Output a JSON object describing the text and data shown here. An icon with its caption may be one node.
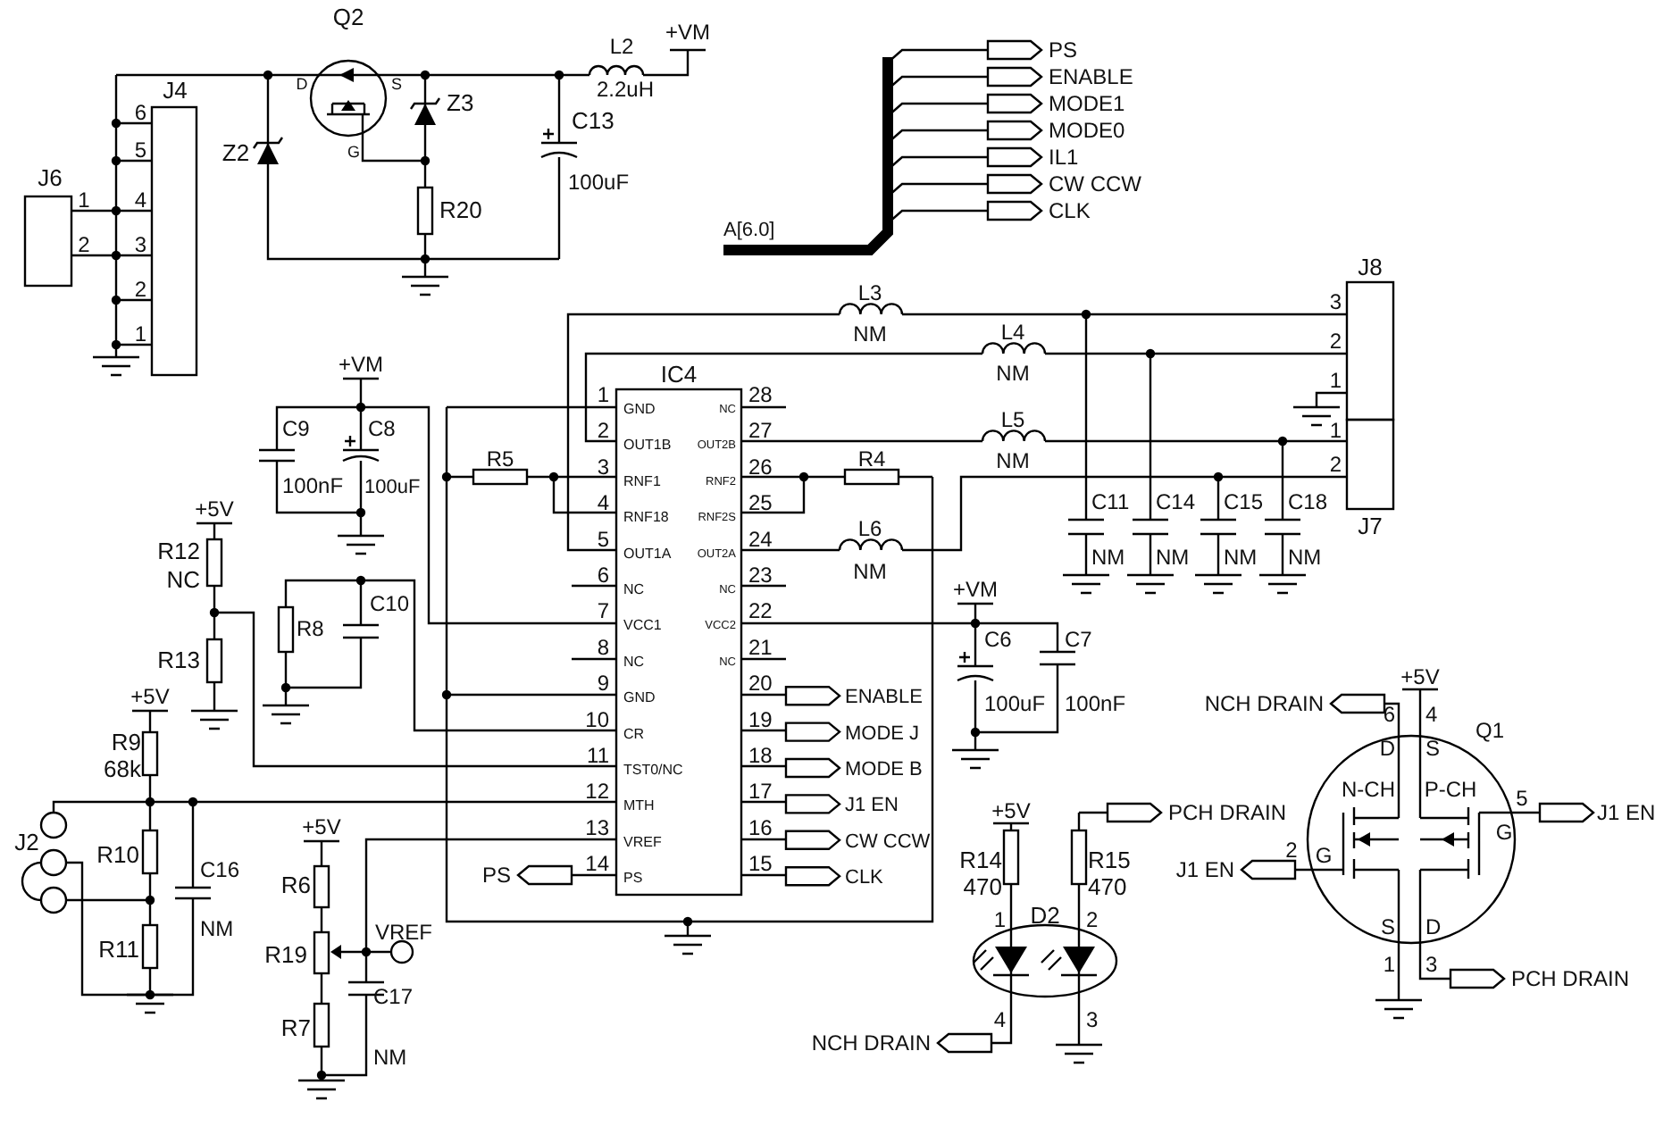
{
  "diagram": {
    "labels": [
      "Q2",
      "D",
      "S",
      "G",
      "Z2",
      "Z3",
      "C13",
      "100uF",
      "R20",
      "L2",
      "2.2uH",
      "+VM",
      "J4",
      "6",
      "5",
      "4",
      "3",
      "2",
      "1",
      "J6",
      "1",
      "2",
      "A[6.0]",
      "PS",
      "ENABLE",
      "MODE1",
      "MODE0",
      "IL1",
      "CW CCW",
      "CLK",
      "L3",
      "NM",
      "L4",
      "NM",
      "L5",
      "NM",
      "L6",
      "NM",
      "J8",
      "3",
      "2",
      "1",
      "1",
      "2",
      "J7",
      "C11",
      "NM",
      "C14",
      "NM",
      "C15",
      "NM",
      "C18",
      "NM",
      "+VM",
      "C9",
      "C8",
      "100nF",
      "100uF",
      "IC4",
      "1",
      "2",
      "3",
      "4",
      "5",
      "6",
      "7",
      "8",
      "9",
      "10",
      "11",
      "12",
      "13",
      "14",
      "GND",
      "OUT1B",
      "RNF1",
      "RNF18",
      "OUT1A",
      "NC",
      "VCC1",
      "NC",
      "GND",
      "CR",
      "TST0/NC",
      "MTH",
      "VREF",
      "PS",
      "28",
      "27",
      "26",
      "25",
      "24",
      "23",
      "22",
      "21",
      "20",
      "19",
      "18",
      "17",
      "16",
      "15",
      "NC",
      "OUT2B",
      "RNF2",
      "RNF2S",
      "OUT2A",
      "NC",
      "VCC2",
      "NC",
      "ENABLE",
      "MODE J",
      "MODE B",
      "J1 EN",
      "CW CCW",
      "CLK",
      "R5",
      "R4",
      "+5V",
      "R12",
      "NC",
      "R13",
      "C10",
      "R8",
      "+VM",
      "C6",
      "C7",
      "100uF",
      "100nF",
      "+5V",
      "R9",
      "68k",
      "J2",
      "R10",
      "R11",
      "C16",
      "NM",
      "+5V",
      "R6",
      "R19",
      "R7",
      "VREF",
      "C17",
      "NM",
      "PS",
      "+5V",
      "R14",
      "470",
      "R15",
      "470",
      "PCH DRAIN",
      "1",
      "D2",
      "2",
      "4",
      "3",
      "NCH DRAIN",
      "+5V",
      "NCH DRAIN",
      "6",
      "4",
      "Q1",
      "D",
      "S",
      "N-CH",
      "P-CH",
      "5",
      "J1 EN",
      "G",
      "2",
      "G",
      "J1 EN",
      "S",
      "D",
      "1",
      "3",
      "PCH DRAIN"
    ]
  }
}
